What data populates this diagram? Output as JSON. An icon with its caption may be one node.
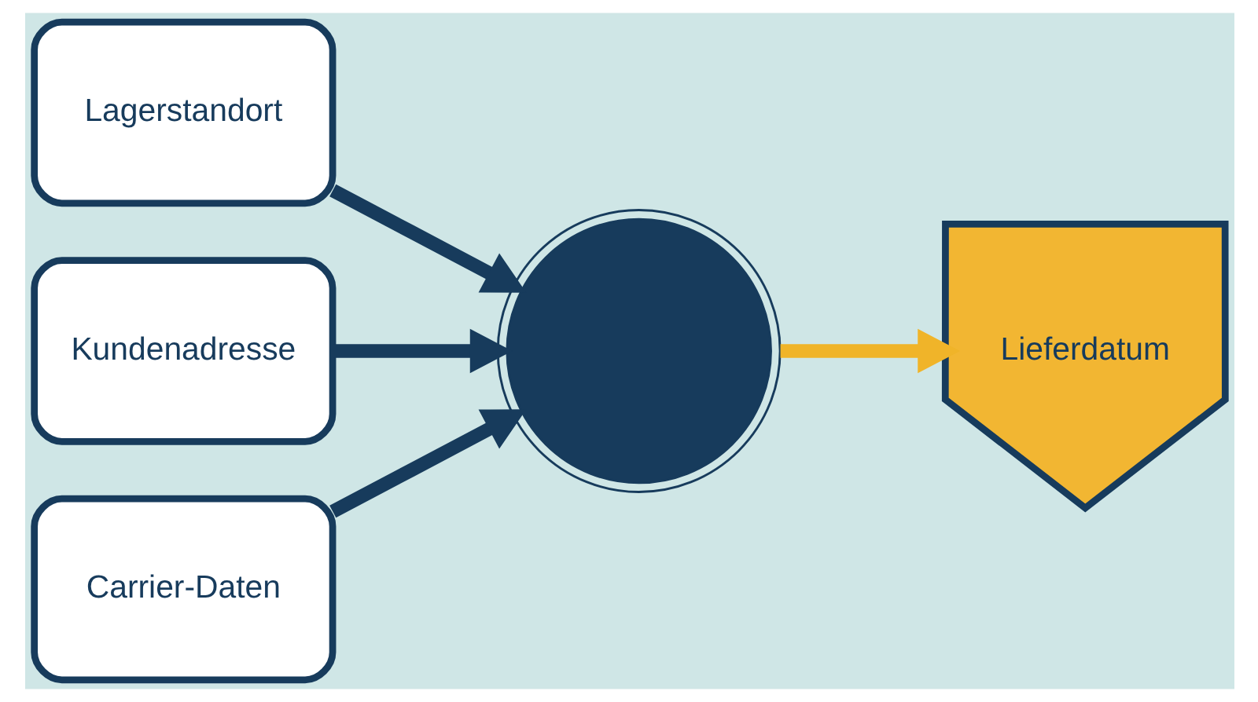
{
  "diagram": {
    "nodes": [
      {
        "text": [
          "Lagerstandort"
        ]
      },
      {
        "text": [
          "Kundenadresse"
        ]
      },
      {
        "text": [
          "Carrier-Daten"
        ]
      },
      {
        "text": [],
        "shape": "gear"
      },
      {
        "text": [
          "Lieferdatum"
        ]
      }
    ],
    "edges": [
      {
        "from": 0,
        "to": 3,
        "arrow": "to"
      },
      {
        "from": 1,
        "to": 3,
        "arrow": "to"
      },
      {
        "from": 2,
        "to": 3,
        "arrow": "to"
      },
      {
        "from": 3,
        "to": 4,
        "arrow": "to",
        "color": "#f0b429"
      }
    ]
  }
}
